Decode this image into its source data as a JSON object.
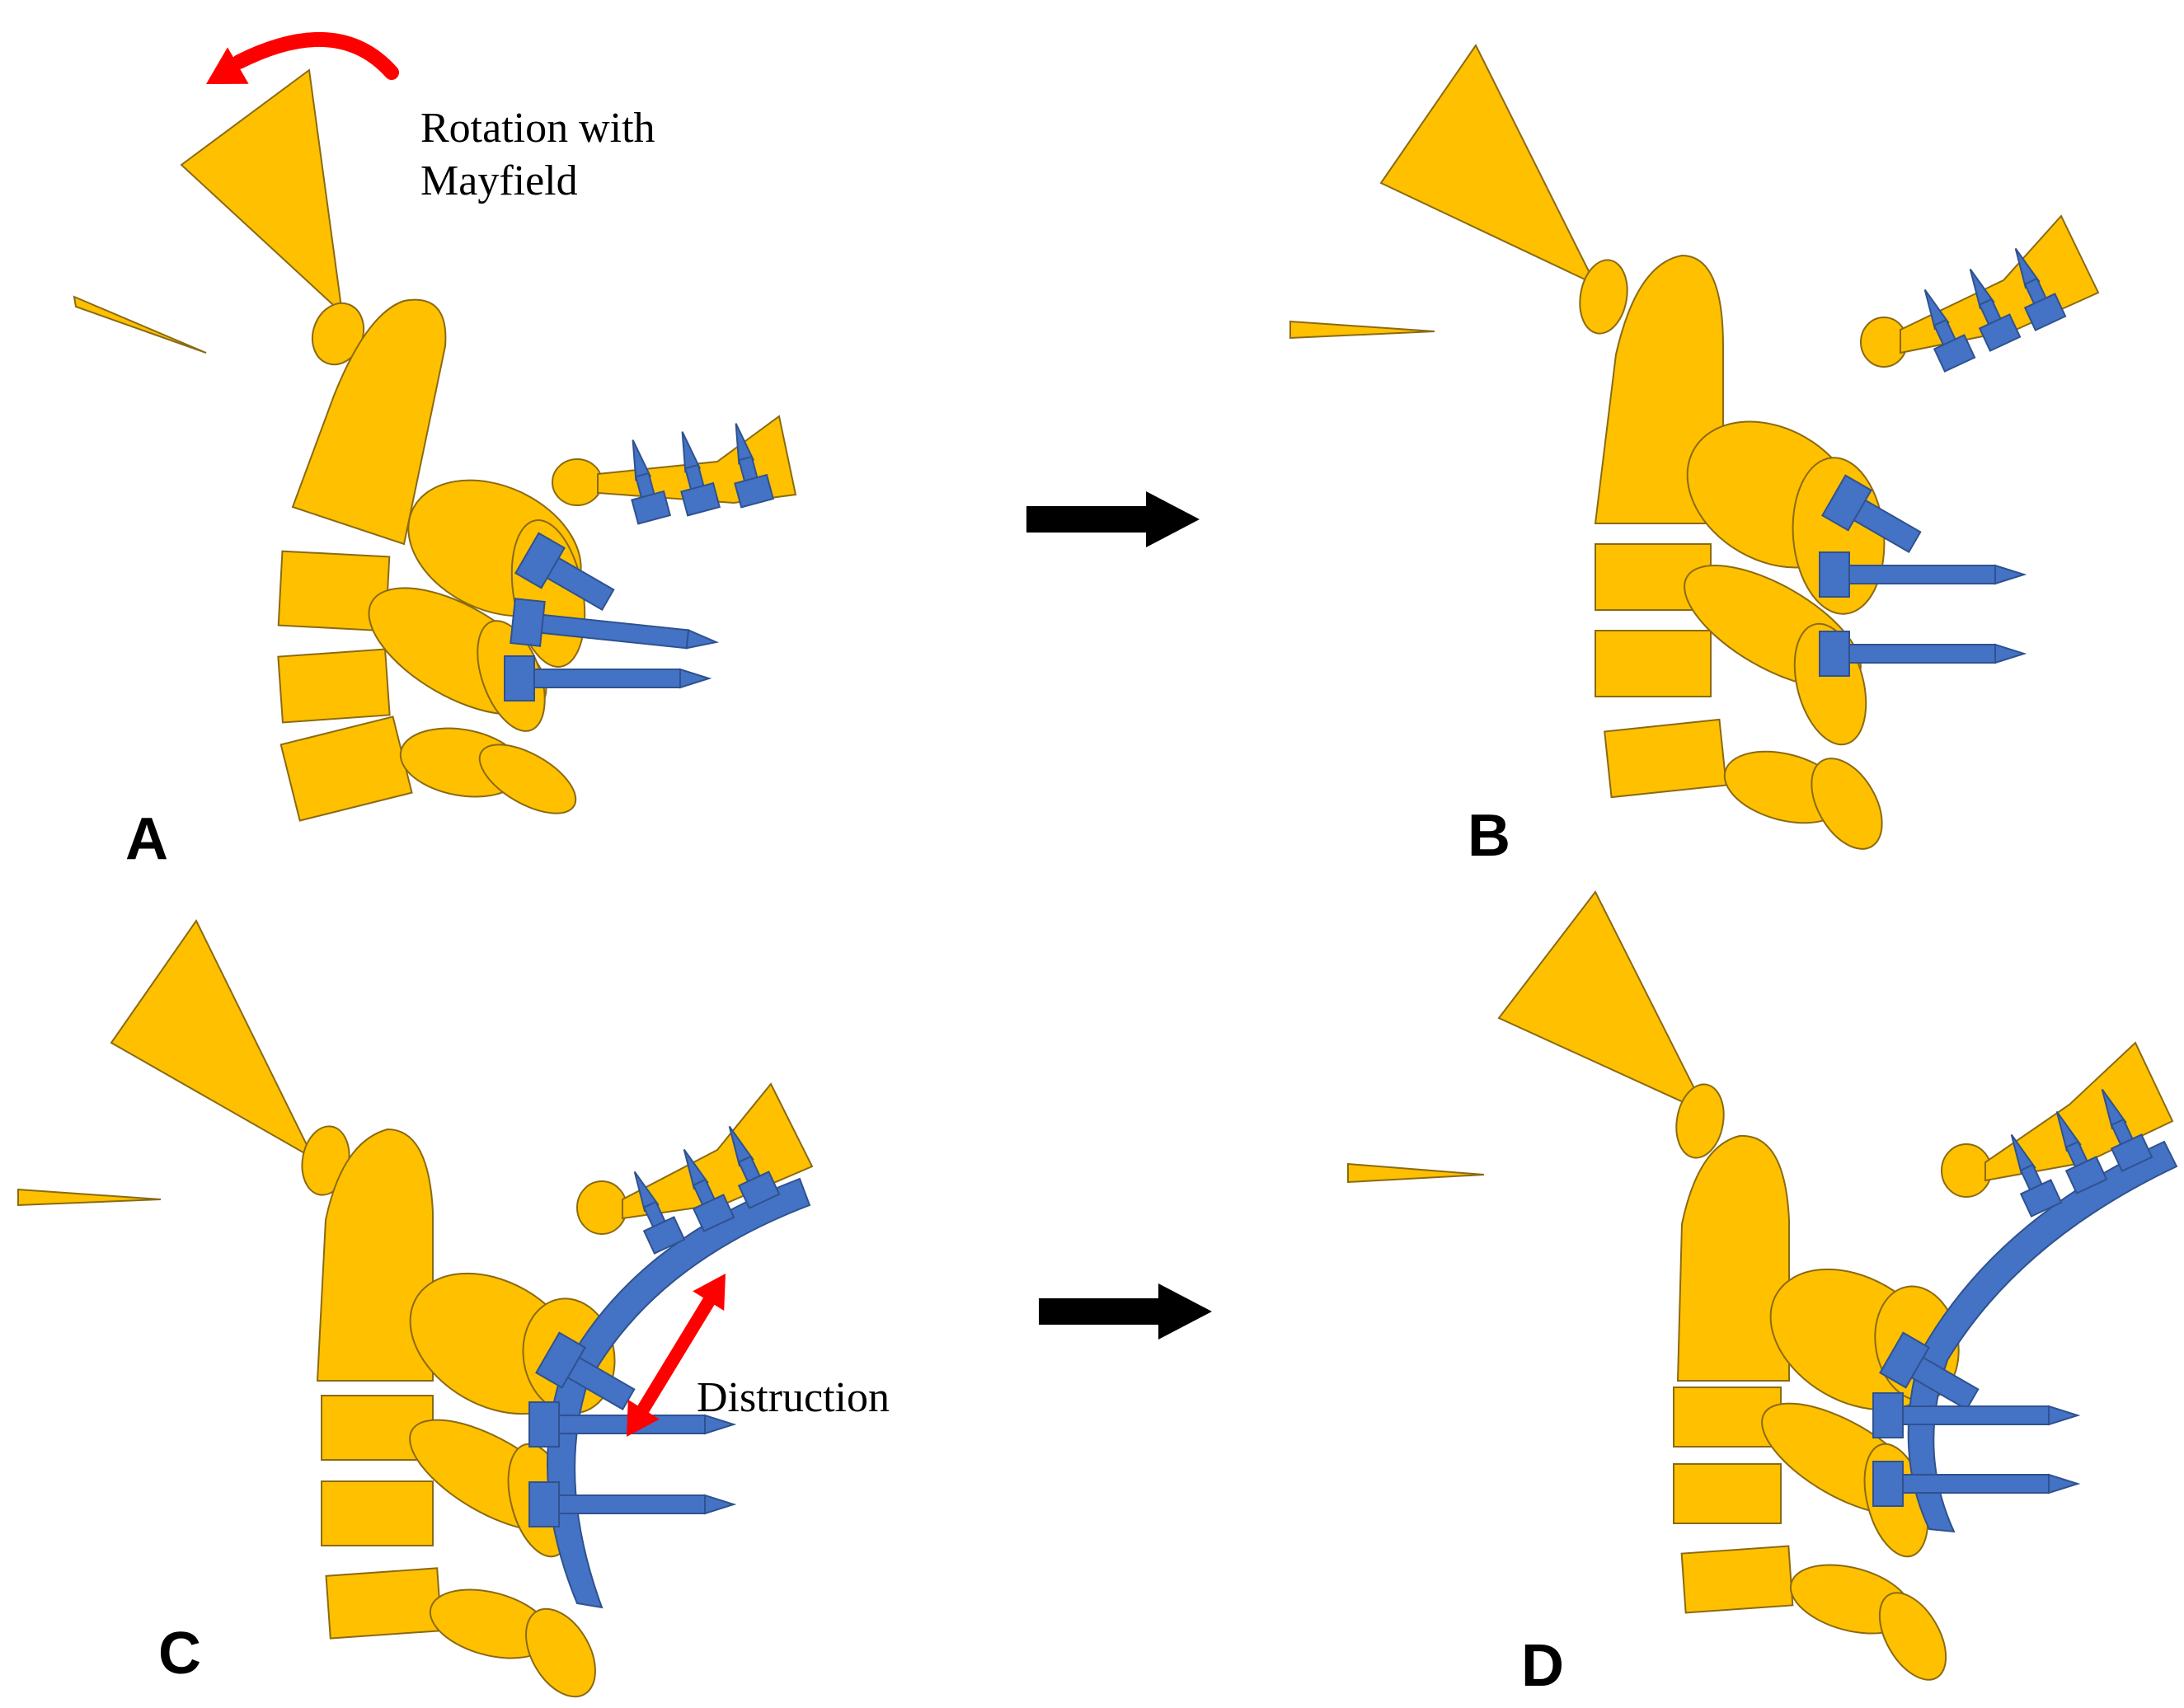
{
  "panels": {
    "a": {
      "label": "A"
    },
    "b": {
      "label": "B"
    },
    "c": {
      "label": "C"
    },
    "d": {
      "label": "D"
    }
  },
  "annotations": {
    "rotation_line1": "Rotation with",
    "rotation_line2": "Mayfield",
    "distraction": "Distruction"
  },
  "colors": {
    "bone": "#FFC000",
    "hardware": "#4472C4",
    "motion_arrow": "#FF0000",
    "step_arrow": "#000000"
  }
}
